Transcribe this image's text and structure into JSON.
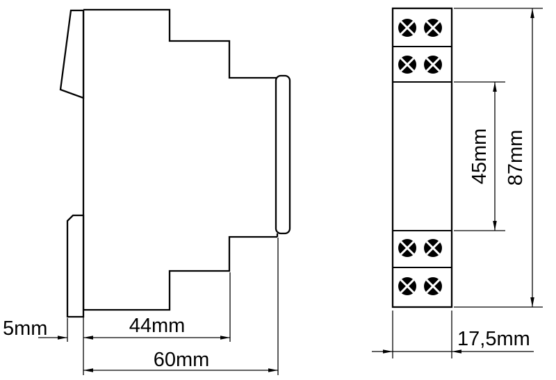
{
  "drawing": {
    "side_view": {
      "clip_depth": "5mm",
      "body_depth": "44mm",
      "total_depth": "60mm"
    },
    "front_view": {
      "terminal_spacing": "45mm",
      "total_height": "87mm",
      "width": "17,5mm"
    }
  }
}
